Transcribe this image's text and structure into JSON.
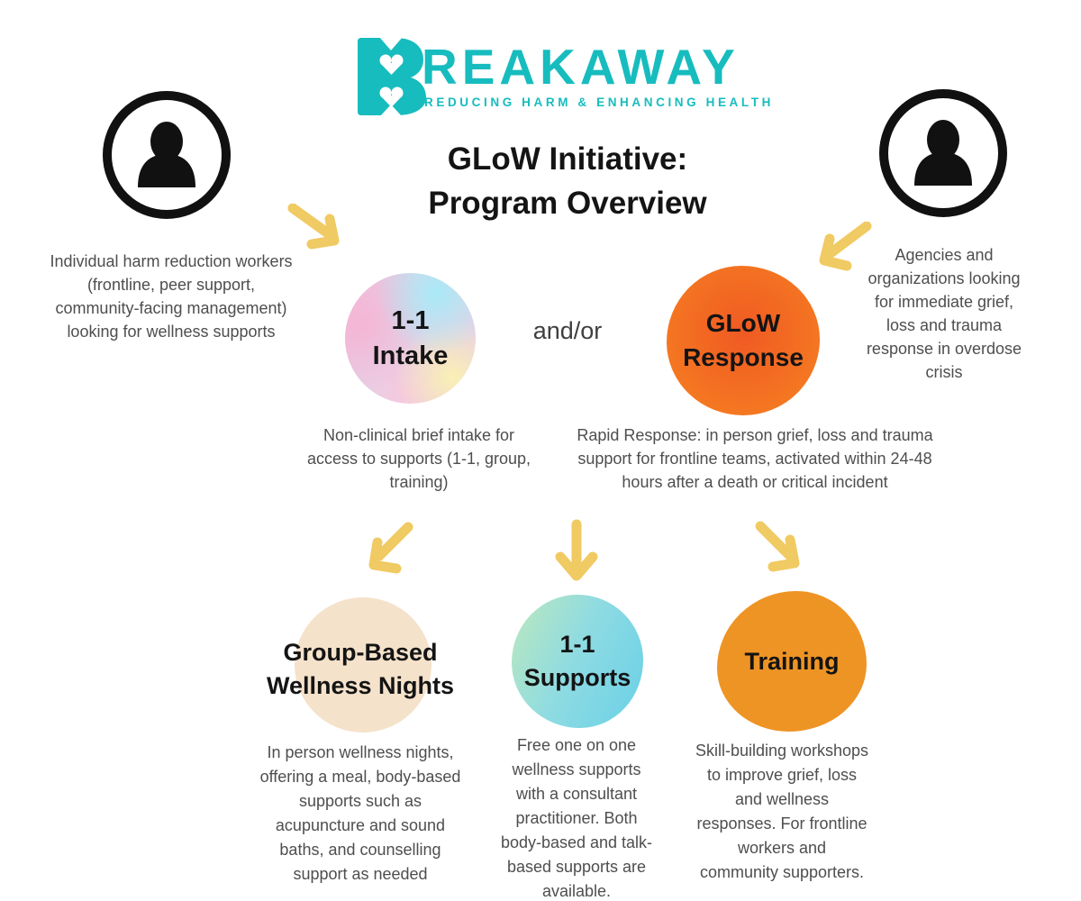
{
  "logo": {
    "brand_name": "BREAKAWAY",
    "wordmark_remainder": "REAKAWAY",
    "tagline": "REDUCING HARM & ENHANCING HEALTH"
  },
  "title": "GLoW Initiative:\nProgram Overview",
  "personas": {
    "left": "Individual harm reduction workers\n(frontline, peer support,\ncommunity-facing management)\nlooking for wellness supports",
    "right": "Agencies and\norganizations looking\nfor immediate grief,\nloss and trauma\nresponse in overdose\ncrisis"
  },
  "connector_label": "and/or",
  "entry_nodes": [
    {
      "id": "1-1-intake",
      "label": "1-1\nIntake",
      "description": "Non-clinical brief intake for\naccess to supports (1-1, group,\ntraining)"
    },
    {
      "id": "glow-response",
      "label": "GLoW\nResponse",
      "description": "Rapid Response: in person grief, loss and trauma\nsupport for frontline teams, activated within 24-48\nhours after a death or critical incident"
    }
  ],
  "program_nodes": [
    {
      "id": "group-based-wellness-nights",
      "label": "Group-Based\nWellness Nights",
      "description": "In person wellness nights,\noffering a meal, body-based\nsupports such as\nacupuncture and sound\nbaths, and counselling\nsupport as needed"
    },
    {
      "id": "1-1-supports",
      "label": "1-1\nSupports",
      "description": "Free one on one\nwellness supports\nwith a consultant\npractitioner. Both\nbody-based and talk-\nbased supports are\navailable."
    },
    {
      "id": "training",
      "label": "Training",
      "description": "Skill-building workshops\nto improve grief, loss\nand wellness\nresponses. For frontline\nworkers and\ncommunity supporters."
    }
  ],
  "colors": {
    "teal": "#17bcbe",
    "arrow_yellow": "#f0ca62",
    "ink": "#141414",
    "body_gray": "#4e4e4e",
    "glow_orange_inner": "#f05a23",
    "glow_orange_outer": "#f68420",
    "training_orange": "#ee9425",
    "beige": "#f5e2cb",
    "mint": "#b9e7c0",
    "aqua": "#6fd2e6"
  }
}
